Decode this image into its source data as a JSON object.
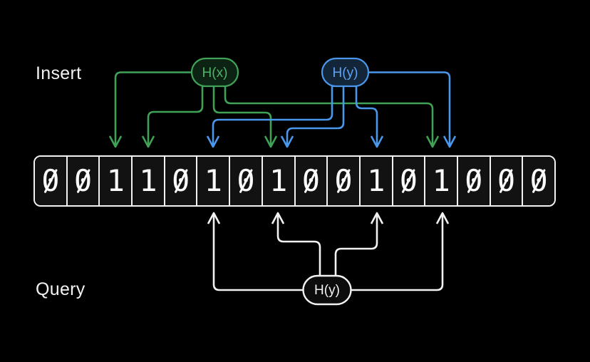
{
  "labels": {
    "insert": "Insert",
    "query": "Query"
  },
  "hash_nodes": {
    "insert_hx": "H(x)",
    "insert_hy": "H(y)",
    "query_hy": "H(y)"
  },
  "bit_array": {
    "bits": [
      "0",
      "0",
      "1",
      "1",
      "0",
      "1",
      "0",
      "1",
      "0",
      "0",
      "1",
      "0",
      "1",
      "0",
      "0",
      "0"
    ]
  },
  "arrows": {
    "insert_hx_targets": [
      2,
      3,
      7,
      12
    ],
    "insert_hy_targets": [
      5,
      7,
      10,
      12
    ],
    "query_hy_targets": [
      5,
      7,
      10,
      12
    ]
  },
  "colors": {
    "hx_green": "#3fa257",
    "hy_blue": "#4a97ec",
    "query_white": "#f2f2f2",
    "background": "#000000",
    "cell_background": "#121212"
  }
}
